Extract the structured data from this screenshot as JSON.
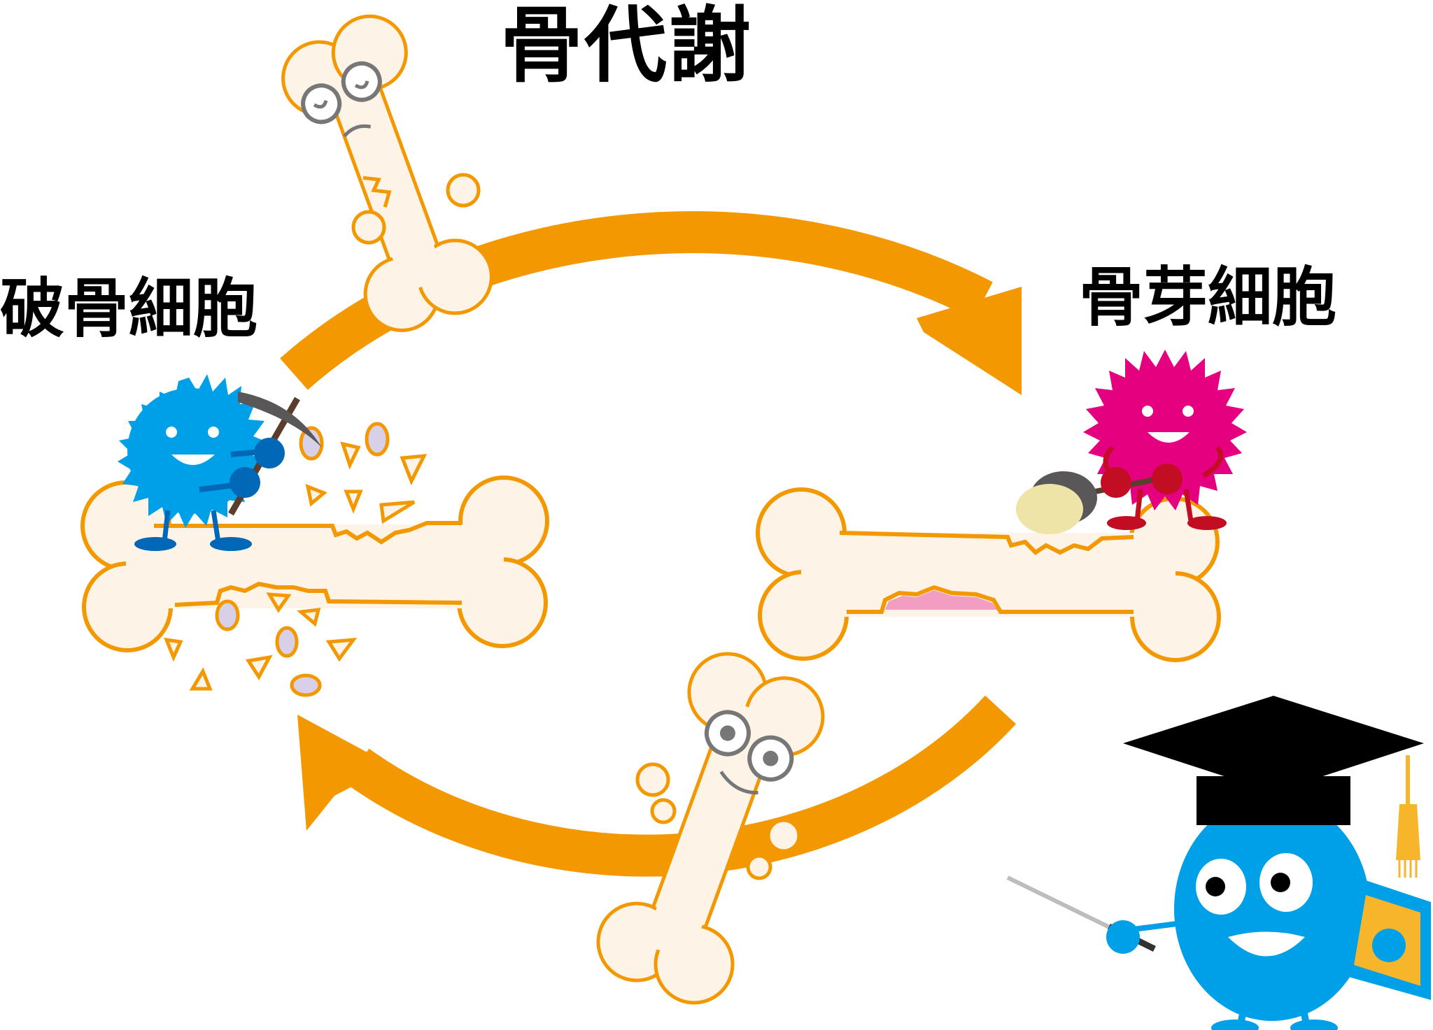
{
  "title": "骨代謝",
  "osteoclast_label": "破骨細胞",
  "osteoblast_label": "骨芽細胞",
  "colors": {
    "arrow": "#F39800",
    "bone_fill": "#FDF3E6",
    "bone_outline": "#F39800",
    "osteoclast": "#00A0E9",
    "osteoclast_dark": "#0068B7",
    "osteoblast": "#E4007F",
    "osteoblast_dark": "#C30D23",
    "new_bone": "#F19EC2",
    "mascot": "#00A0E9",
    "text": "#000000"
  },
  "icons": [
    "cycle-arrow-icon",
    "bone-icon",
    "osteoclast-character-icon",
    "pickaxe-icon",
    "osteoblast-character-icon",
    "trowel-icon",
    "professor-mascot-icon",
    "graduation-cap-icon",
    "pointer-stick-icon",
    "book-icon"
  ]
}
